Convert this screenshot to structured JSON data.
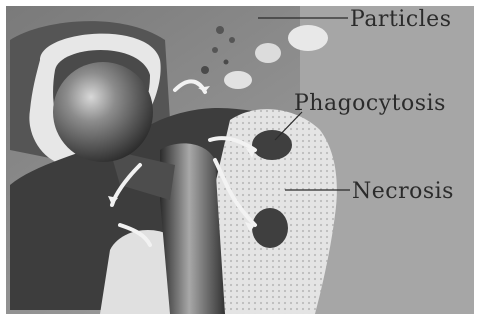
{
  "labels": {
    "particles": "Particles",
    "phagocytosis": "Phagocytosis",
    "necrosis": "Necrosis"
  },
  "colors": {
    "background": "#9c9c9c",
    "bone": "#e9e9e9",
    "shadow": "#3f3f3f",
    "implant": "#5a5a5a",
    "text": "#2b2b2b"
  }
}
